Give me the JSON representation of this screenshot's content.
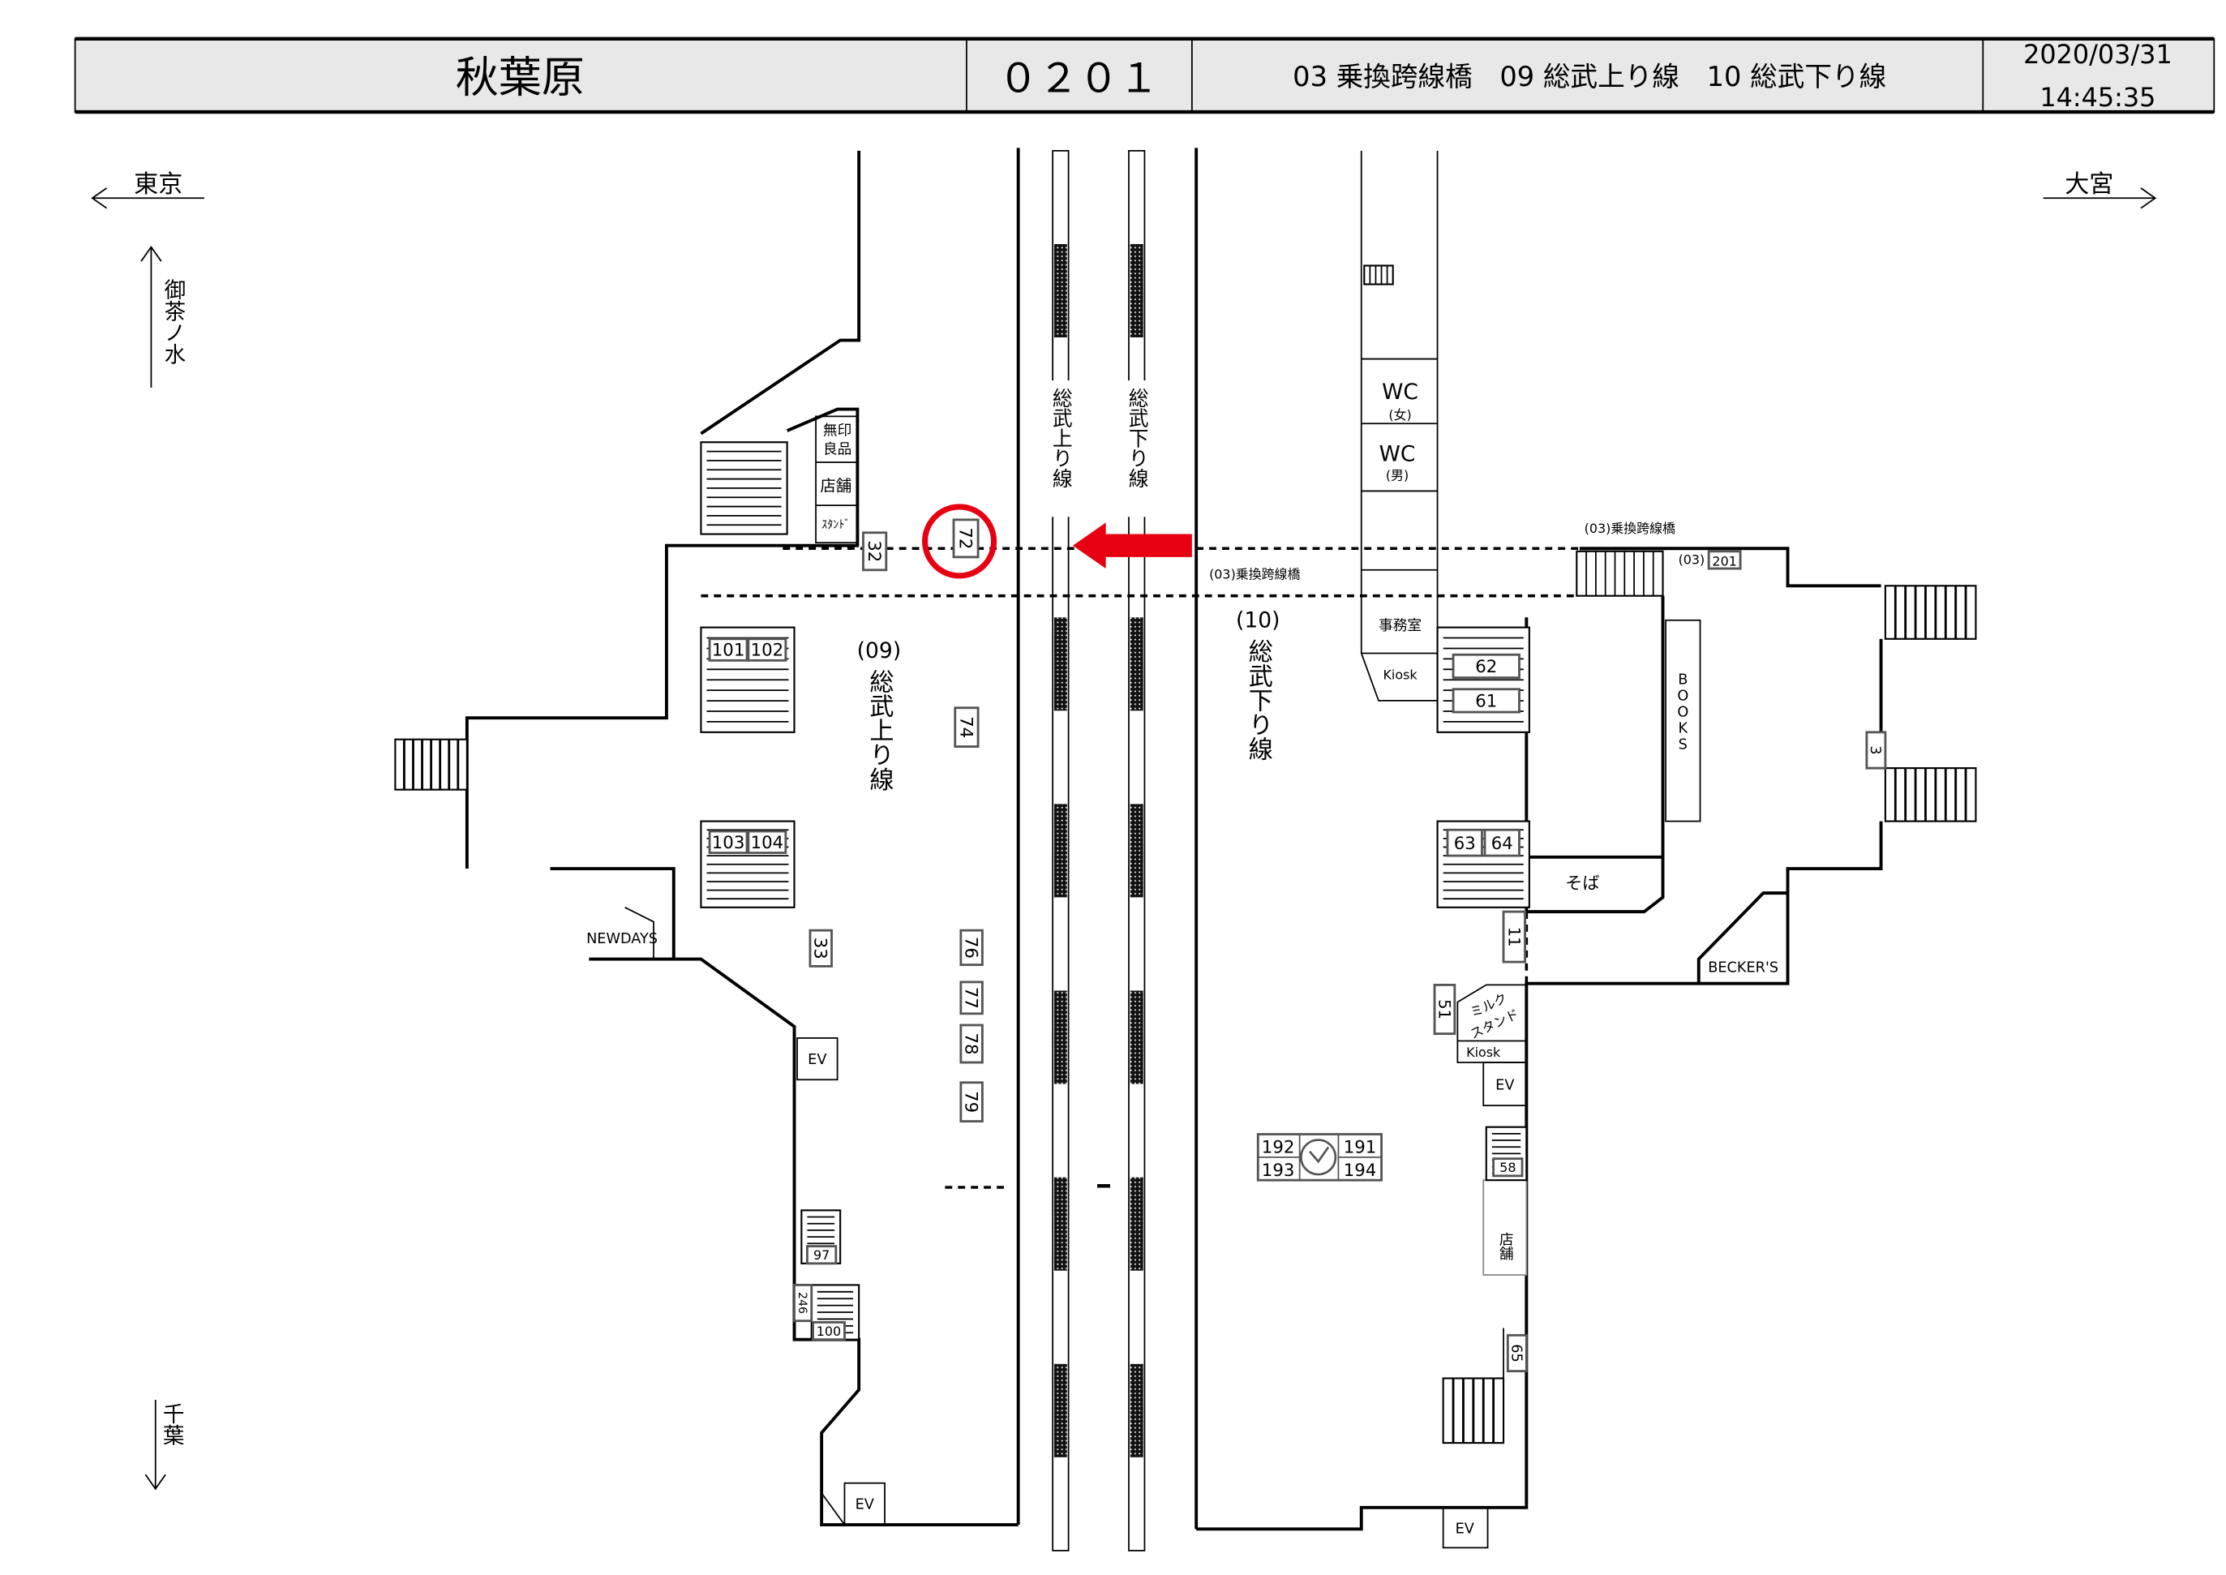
{
  "header": {
    "station": "秋葉原",
    "code": "０２０１",
    "lines": "03 乗換跨線橋　09 総武上り線　10 総武下り線",
    "date": "2020/03/31",
    "time": "14:45:35"
  },
  "directions": {
    "west": "東京",
    "east": "大宮",
    "north": "御茶ノ水",
    "south": "千葉"
  },
  "tracks": {
    "up": "総武上り線",
    "down": "総武下り線"
  },
  "platforms": {
    "p09_num": "(09)",
    "p09_name": "総武上り線",
    "p10_num": "(10)",
    "p10_name": "総武下り線"
  },
  "bridge": {
    "label_top": "(03)乗換跨線橋",
    "label_mid": "(03)乗換跨線橋",
    "code": "(03)",
    "box": "201"
  },
  "facilities": {
    "muji_1": "無印",
    "muji_2": "良品",
    "shop": "店舗",
    "stand": "ｽﾀﾝﾄﾞ",
    "newdays": "NEWDAYS",
    "wc": "WC",
    "wc_female": "(女)",
    "wc_male": "(男)",
    "office": "事務室",
    "kiosk": "Kiosk",
    "books": "BOOKS",
    "soba": "そば",
    "beckers": "BECKER'S",
    "milk_1": "ミルク",
    "milk_2": "スタンド",
    "shop_2": "店舗",
    "ev": "EV"
  },
  "markers": {
    "m32": "32",
    "m72": "72",
    "m74": "74",
    "m33": "33",
    "m76": "76",
    "m77": "77",
    "m78": "78",
    "m79": "79",
    "m101": "101",
    "m102": "102",
    "m103": "103",
    "m104": "104",
    "m97": "97",
    "m246": "246",
    "m100": "100",
    "m62": "62",
    "m61": "61",
    "m63": "63",
    "m64": "64",
    "m3": "3",
    "m11": "11",
    "m51": "51",
    "m58": "58",
    "m65": "65",
    "m191": "191",
    "m192": "192",
    "m193": "193",
    "m194": "194"
  },
  "highlight": {
    "marker": "72",
    "color": "#e60012"
  }
}
